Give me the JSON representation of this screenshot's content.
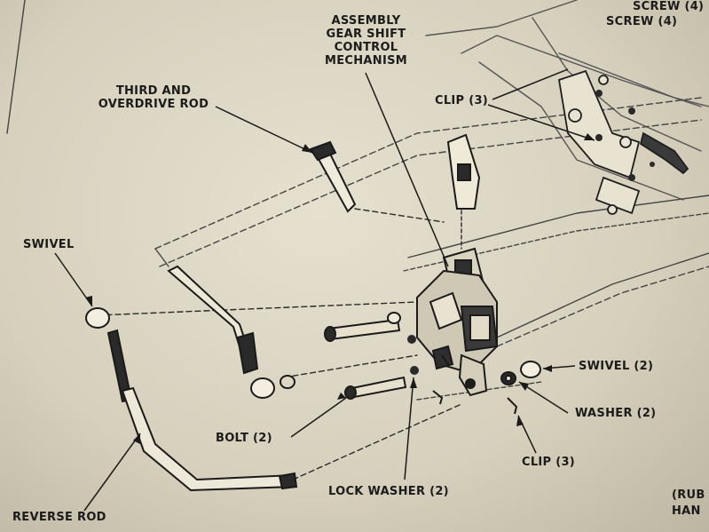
{
  "labels": {
    "screw_a": "SCREW (4)",
    "screw_b": "SCREW (4)",
    "assembly": [
      "ASSEMBLY",
      "GEAR SHIFT",
      "CONTROL",
      "MECHANISM"
    ],
    "third_od": [
      "THIRD AND",
      "OVERDRIVE ROD"
    ],
    "clip_top": "CLIP (3)",
    "swivel_left": "SWIVEL",
    "swivel_right": "SWIVEL (2)",
    "washer": "WASHER (2)",
    "bolt": "BOLT (2)",
    "clip_bottom": "CLIP (3)",
    "lock_washer": "LOCK WASHER (2)",
    "reverse_rod": "REVERSE ROD",
    "rubber_partial": [
      "(RUB",
      "HAN"
    ]
  }
}
